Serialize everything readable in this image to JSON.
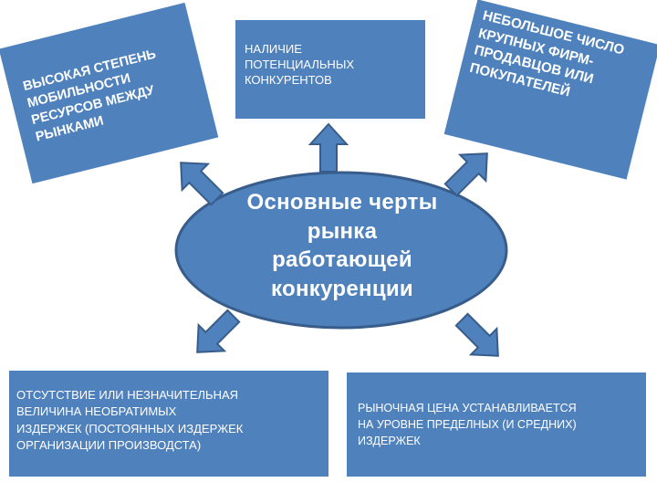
{
  "center": {
    "lines": [
      "Основные черты",
      "рынка",
      "работающей",
      "конкуренции"
    ]
  },
  "top_left": {
    "lines": [
      "ВЫСОКАЯ СТЕПЕНЬ",
      "МОБИЛЬНОСТИ",
      "РЕСУРСОВ МЕЖДУ",
      "РЫНКАМИ"
    ]
  },
  "top_center": {
    "lines": [
      "НАЛИЧИЕ",
      "ПОТЕНЦИАЛЬНЫХ",
      "КОНКУРЕНТОВ"
    ]
  },
  "top_right": {
    "lines": [
      "НЕБОЛЬШОЕ ЧИСЛО",
      "КРУПНЫХ ФИРМ-",
      "ПРОДАВЦОВ ИЛИ",
      "ПОКУПАТЕЛЕЙ"
    ]
  },
  "bottom_left": {
    "lines": [
      "ОТСУТСТВИЕ ИЛИ НЕЗНАЧИТЕЛЬНАЯ",
      "ВЕЛИЧИНА НЕОБРАТИМЫХ",
      "ИЗДЕРЖЕК (ПОСТОЯННЫХ ИЗДЕРЖЕК",
      "ОРГАНИЗАЦИИ ПРОИЗВОДСТА)"
    ]
  },
  "bottom_right": {
    "lines": [
      "РЫНОЧНАЯ ЦЕНА УСТАНАВЛИВАЕТСЯ",
      "НА УРОВНЕ ПРЕДЕЛНЫХ  (И СРЕДНИХ)",
      "ИЗДЕРЖЕК"
    ]
  },
  "colors": {
    "box_fill": "#4f81bd",
    "ellipse_fill": "#4f81bd",
    "ellipse_stroke": "#385d8a",
    "text": "#ffffff"
  }
}
